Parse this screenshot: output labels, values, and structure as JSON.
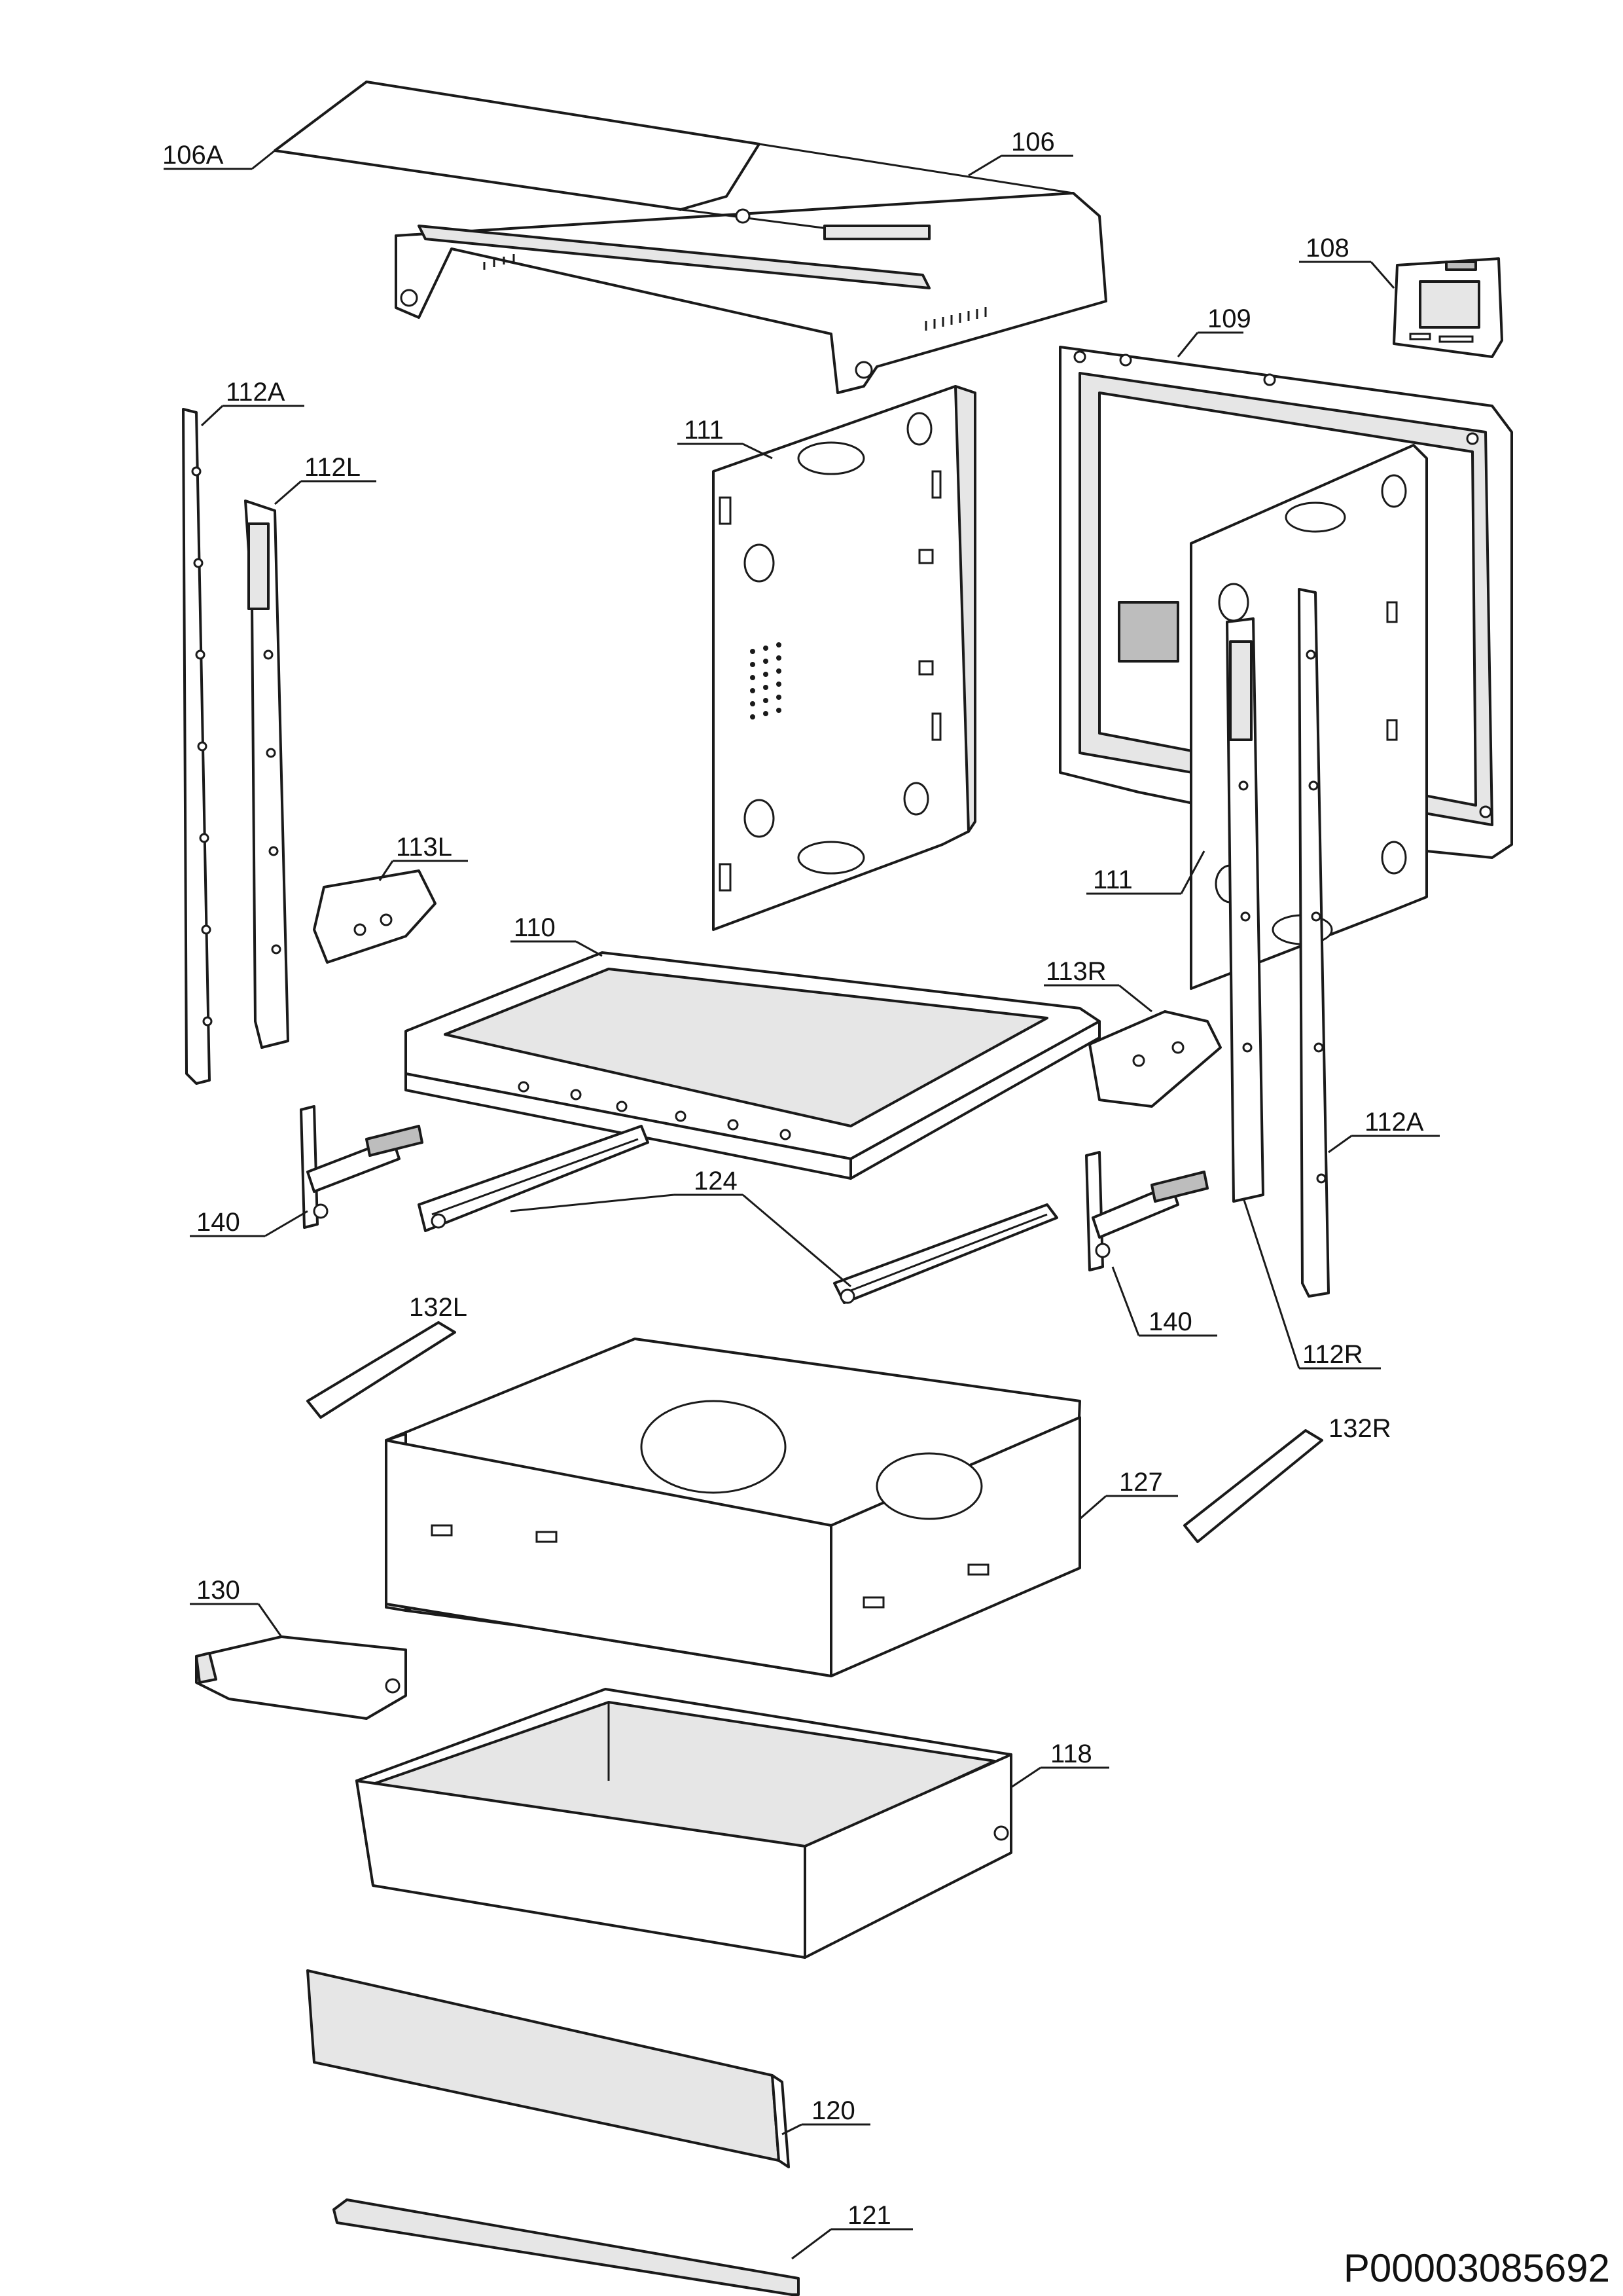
{
  "callouts": {
    "c106A": "106A",
    "c106": "106",
    "c108": "108",
    "c109": "109",
    "c112A_left": "112A",
    "c112L": "112L",
    "c111_top": "111",
    "c113L": "113L",
    "c110": "110",
    "c113R": "113R",
    "c111_right": "111",
    "c112A_right": "112A",
    "c124": "124",
    "c140_left": "140",
    "c140_right": "140",
    "c132L": "132L",
    "c112R": "112R",
    "c132R": "132R",
    "c127": "127",
    "c130": "130",
    "c118": "118",
    "c120": "120",
    "c121": "121"
  },
  "document_number": "P00003085692"
}
